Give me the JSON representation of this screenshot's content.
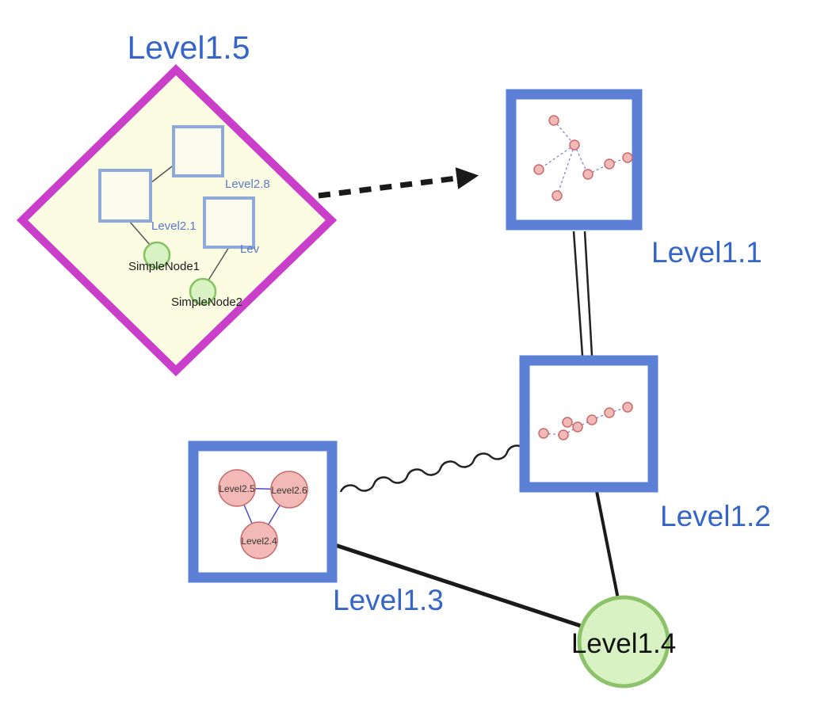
{
  "nodes": {
    "level1_5": {
      "label": "Level1.5",
      "shape": "diamond",
      "border_color": "#c93fc9",
      "fill_color": "#fcfce2",
      "label_color": "#3565c8"
    },
    "level1_1": {
      "label": "Level1.1",
      "shape": "group-square",
      "border_color": "#5b80d5",
      "fill_color": "#ffffff",
      "label_color": "#3565c8"
    },
    "level1_2": {
      "label": "Level1.2",
      "shape": "group-square",
      "border_color": "#5b80d5",
      "fill_color": "#ffffff",
      "label_color": "#3565c8"
    },
    "level1_3": {
      "label": "Level1.3",
      "shape": "group-square",
      "border_color": "#5b80d5",
      "fill_color": "#ffffff",
      "label_color": "#3565c8"
    },
    "level1_4": {
      "label": "Level1.4",
      "shape": "circle",
      "border_color": "#8cc36a",
      "fill_color": "#d9f2c3",
      "label_color": "#111111"
    }
  },
  "children15": {
    "level2_8": {
      "label": "Level2.8",
      "shape": "square"
    },
    "level2_1": {
      "label": "Level2.1",
      "shape": "square"
    },
    "lev": {
      "label": "Lev",
      "shape": "square"
    },
    "simplenode1": {
      "label": "SimpleNode1",
      "shape": "circle"
    },
    "simplenode2": {
      "label": "SimpleNode2",
      "shape": "circle"
    }
  },
  "children13": {
    "level2_5": {
      "label": "Level2.5",
      "shape": "circle"
    },
    "level2_6": {
      "label": "Level2.6",
      "shape": "circle"
    },
    "level2_4": {
      "label": "Level2.4",
      "shape": "circle"
    }
  },
  "edges": [
    {
      "from": "Level1.5",
      "to": "Level1.1",
      "style": "bold-dashed-arrow"
    },
    {
      "from": "Level1.1",
      "to": "Level1.2",
      "style": "double-line"
    },
    {
      "from": "Level1.3",
      "to": "Level1.2",
      "style": "wavy"
    },
    {
      "from": "Level1.3",
      "to": "Level1.4",
      "style": "solid"
    },
    {
      "from": "Level1.2",
      "to": "Level1.4",
      "style": "solid"
    },
    {
      "from": "Level2.1",
      "to": "Level2.8",
      "style": "thin-solid"
    },
    {
      "from": "SimpleNode1",
      "to": "Level2.1",
      "style": "thin-solid"
    },
    {
      "from": "SimpleNode2",
      "to": "Lev",
      "style": "thin-solid"
    },
    {
      "from": "Level2.5",
      "to": "Level2.6",
      "style": "thin-blue"
    },
    {
      "from": "Level2.5",
      "to": "Level2.4",
      "style": "thin-blue"
    },
    {
      "from": "Level2.6",
      "to": "Level2.4",
      "style": "thin-blue"
    }
  ],
  "colors": {
    "label_blue": "#3565c8",
    "sub_label_blue": "#5b79c9",
    "diamond_border": "#c93fc9",
    "diamond_fill": "#fcfce2",
    "group_border": "#5b80d5",
    "sub_square_border": "#8fa9d9",
    "green_fill": "#d9f2c3",
    "green_border": "#85c360",
    "pink_fill": "#f3b9b7",
    "pink_border": "#c96a6a",
    "edge_black": "#1a1a1a",
    "mini_edge_blue": "#7a7ad0",
    "triangle_edge_blue": "#4a4ad0"
  }
}
